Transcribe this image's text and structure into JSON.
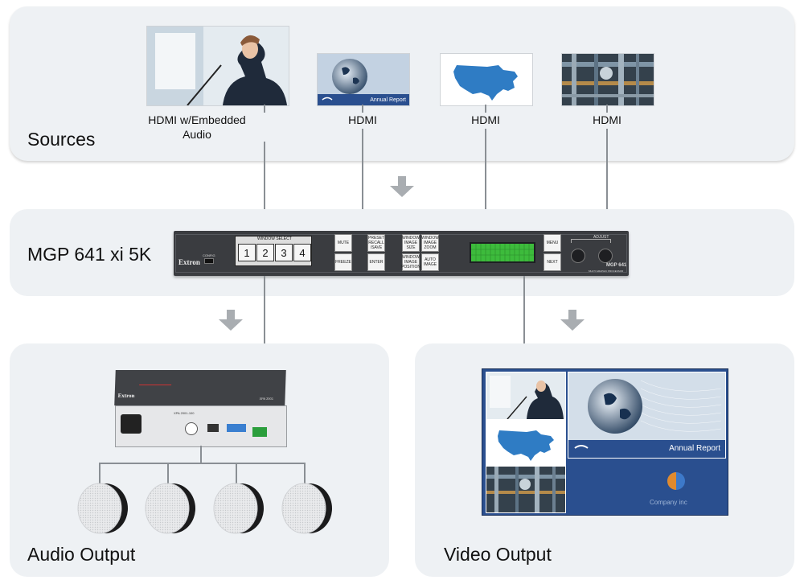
{
  "sections": {
    "sources": "Sources",
    "processor": "MGP 641 xi 5K",
    "audio_output": "Audio Output",
    "video_output": "Video Output"
  },
  "sources": [
    {
      "label": "HDMI w/Embedded Audio",
      "image": "presenter-image"
    },
    {
      "label": "HDMI",
      "image": "annual-report-image"
    },
    {
      "label": "HDMI",
      "image": "usa-map-image"
    },
    {
      "label": "HDMI",
      "image": "industrial-pipes-image"
    }
  ],
  "thumb_text": {
    "annual_report": "Annual Report"
  },
  "device": {
    "brand": "Extron",
    "model": "MGP 641",
    "subtitle": "MULTI GRAPHIC PROCESSOR",
    "config_label": "CONFIG",
    "window_select_label": "WINDOW SELECT",
    "window_buttons": [
      "1",
      "2",
      "3",
      "4"
    ],
    "mute": "MUTE",
    "freeze": "FREEZE",
    "preset": "PRESET RECALL /SAVE",
    "enter": "ENTER",
    "window_image_size": "WINDOW IMAGE SIZE",
    "window_image_zoom": "WINDOW IMAGE ZOOM",
    "window_image_position": "WINDOW IMAGE POSITION",
    "auto_image": "AUTO IMAGE",
    "menu": "MENU",
    "next": "NEXT",
    "adjust": "ADJUST"
  },
  "amplifier": {
    "brand": "Extron",
    "model": "XPA 2001",
    "rear_model": "XPA 2001-100"
  },
  "video_output": {
    "annual_report": "Annual Report",
    "company": "Company inc"
  },
  "colors": {
    "panel": "#eef1f4",
    "wire": "#8a8f94",
    "arrow": "#a9adb1",
    "lcd": "#3dbb3c",
    "usa_blue": "#2f7cc4",
    "screen_blue": "#2a4f8f"
  }
}
